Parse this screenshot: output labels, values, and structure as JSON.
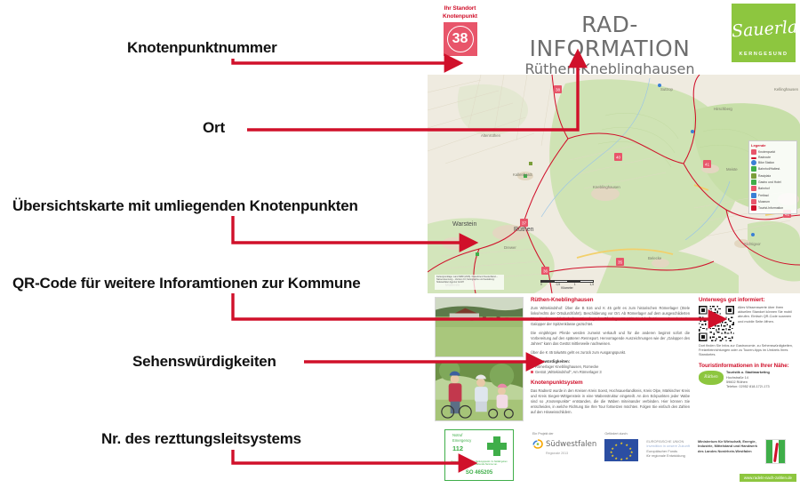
{
  "annotations": {
    "accent_color": "#d0102a",
    "items": [
      {
        "label": "Knotenpunktnummer"
      },
      {
        "label": "Ort"
      },
      {
        "label": "Übersichtskarte mit umliegenden Knotenpunkten"
      },
      {
        "label": "QR-Code für weitere Inforamtionen zur Kommune"
      },
      {
        "label": "Sehenswürdigkeiten"
      },
      {
        "label": "Nr. des rezttungsleitsystems"
      }
    ]
  },
  "poster": {
    "header": {
      "location_caption_line1": "Ihr Standort",
      "location_caption_line2": "Knotenpunkt",
      "node_number": "38",
      "title": "RAD-INFORMATION",
      "subtitle": "Rüthen-Kneblinghausen",
      "logo_word": "Sauerland",
      "logo_sub": "KERNGESUND",
      "logo_color": "#8dc63f",
      "node_color": "#e8556a"
    },
    "map": {
      "towns": [
        {
          "name": "Rüthen"
        },
        {
          "name": "Warstein"
        }
      ],
      "small_places": [
        "Kneblinghausen",
        "Kallenhardt",
        "Suttrop",
        "Hirschberg",
        "Altenrüthen",
        "Meiste",
        "Belecke",
        "Sichtigvor",
        "Mülheim",
        "Kellinghausen",
        "Drewer",
        "Nuttlar",
        "Bergheim"
      ],
      "node_numbers": [
        "38",
        "37",
        "40",
        "36",
        "41",
        "35",
        "42"
      ],
      "legend_title": "Legende",
      "legend_items": [
        {
          "label": "Knotenpunkt",
          "color": "#e8556a"
        },
        {
          "label": "Radroute",
          "color": "#d0102a"
        },
        {
          "label": "Bike Station",
          "color": "#3a7fd5"
        },
        {
          "label": "Bahnhof/Haltest.",
          "color": "#3fae49"
        },
        {
          "label": "Rastplatz",
          "color": "#7a9e3a"
        },
        {
          "label": "Gastro und Hotel",
          "color": "#3fae49"
        },
        {
          "label": "Bahnhof",
          "color": "#e8556a"
        },
        {
          "label": "Freibad",
          "color": "#3a7fd5"
        },
        {
          "label": "Museum",
          "color": "#e8556a"
        },
        {
          "label": "Tourist-Information",
          "color": "#d0102a"
        }
      ],
      "scale_labels": [
        "0",
        "0,5",
        "1",
        "1,5"
      ],
      "scale_unit": "Kilometer",
      "attribution": "Kartengrundlage: Land NRW (2015) / Datenlizenz Deutschland – Namensnennung – Version 2.0; Kartographie und Gestaltung: Südwestfalen Agentur GmbH"
    },
    "info": {
      "place_heading": "Rüthen-Kneblinghausen",
      "paragraphs": [
        "Zum Wittekindshof: Über die B 516 und K 45 geht es zum historischen Römerlager (Stele links/rechts der Ortsdurchfahrt). Beschilderung vor Ort. Ab Römerlager auf dem ausgeschilderten Weg hierhin und links halten. Hier liegt das Pferdegestüt „Wittekindshof“. Hier werden deutsche Galopper der Spitzenklasse gezüchtet.",
        "Die einjährigen Pferde werden zumeist verkauft und für die anderen beginnt sofort die Vorbereitung auf den späteren Rennsport. Hervorragende Auszeichnungen wie der „Galopper des Jahres“ kann das Gestüt mittlerweile nachweisen.",
        "Über die K 45 talwärts geht es zurück zum Ausgangspunkt."
      ],
      "sights_title": "Sehenswürdigkeiten:",
      "sights": [
        "Römerlager Kneblinghausen, Romecke",
        "Gestüt „Wittekindshof“, Am Römerlager 3"
      ],
      "system_heading": "Knotenpunktsystem",
      "system_text": "Das Radnetz wurde in den Kreisen Kreis Soest, Hochsauerlandkreis, Kreis Olpe, Märkischer Kreis und Kreis Siegen-Wittgenstein in eine Wabenstruktur eingeteilt. An den Eckpunkten jeder Wabe sind so „Knotenpunkte“ entstanden, die die Waben miteinander verbinden. Hier können Sie entscheiden, in welche Richtung Sie Ihre Tour fortsetzen möchten. Folgen Sie einfach den Zahlen auf den Hinweisschildern.",
      "qr_heading": "Unterwegs gut informiert:",
      "qr_text": "Alles Wissenswerte über Ihren aktuellen Standort können Sie mobil abrufen. Einfach QR-Code scannen und mobile Seite öffnen.",
      "qr_text2": "Dort finden Sie Infos zur Gastronomie, zu Sehenswürdigkeiten, Freizeiteinrichtungen oder zu Touren-tipps im Umkreis Ihres Standortes.",
      "tourist_heading": "Touristinformationen in Ihrer Nähe:",
      "tourist_logo_word": "Rüthen",
      "tourist_lines": [
        "Touristik u. Stadtmarketing",
        "Hochstraße 14",
        "59602 Rüthen",
        "Telefon: 02952 818-172/-173"
      ]
    },
    "footer": {
      "emergency_line1": "Notruf",
      "emergency_line2": "Emergency",
      "emergency_number": "112",
      "emergency_fine": "Diese ist ein registrierter Rettungspunkt. Im Notfall geben Sie bitte unten stehende Nummer an.",
      "emergency_code": "SO 465205",
      "project_label": "Ein Projekt der",
      "project_name": "Südwestfalen",
      "project_sub": "Regionale 2013",
      "funding_label": "Gefördert durch:",
      "eu_line1": "EUROPÄISCHE UNION",
      "eu_line2": "Investition in unsere Zukunft",
      "eu_line3": "Europäischer Fonds",
      "eu_line4": "für regionale Entwicklung",
      "ministry_lines": [
        "Ministerium für Wirtschaft, Energie,",
        "Industrie, Mittelstand und Handwerk",
        "des Landes Nordrhein-Westfalen"
      ],
      "website": "www.radeln-nach-zahlen.de"
    }
  }
}
